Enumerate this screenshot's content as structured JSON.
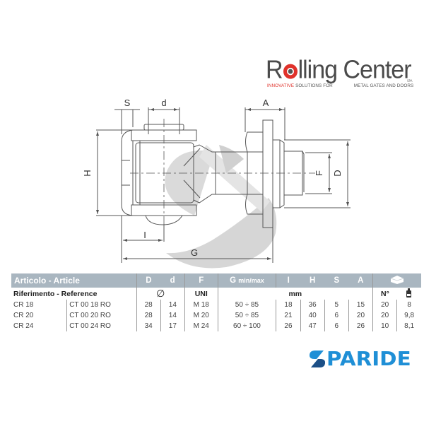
{
  "brand": {
    "name": "RollingCenter",
    "name_parts": [
      "R",
      "o",
      "lling Center"
    ],
    "spa": "SPA",
    "tagline_red": "INNOVATIVE",
    "tagline_rest": "SOLUTIONS FOR",
    "tagline_end": "METAL GATES AND DOORS",
    "accent_color": "#e0322b"
  },
  "drawing": {
    "labels": {
      "S": "S",
      "d": "d",
      "H": "H",
      "I": "I",
      "G": "G",
      "A": "A",
      "F": "F",
      "D": "D"
    }
  },
  "table": {
    "header": {
      "article": "Articolo - Article",
      "D": "D",
      "d": "d",
      "F": "F",
      "G": "G",
      "G_sub": "min/max",
      "I": "I",
      "H": "H",
      "S": "S",
      "A": "A",
      "box_icon": "box-icon"
    },
    "subheader": {
      "reference": "Riferimento - Reference",
      "diameter_symbol": "∅",
      "uni": "UNI",
      "mm": "mm",
      "qty": "N°",
      "weight_icon": "weight-icon"
    },
    "rows": [
      {
        "article": "CR 18",
        "reference": "CT 00 18 RO",
        "D": "28",
        "d": "14",
        "F": "M 18",
        "G": "50 ÷ 85",
        "I": "18",
        "H": "36",
        "S": "5",
        "A": "15",
        "N": "20",
        "W": "8"
      },
      {
        "article": "CR 20",
        "reference": "CT 00 20 RO",
        "D": "28",
        "d": "14",
        "F": "M 20",
        "G": "50 ÷ 85",
        "I": "21",
        "H": "40",
        "S": "6",
        "A": "20",
        "N": "20",
        "W": "9,8"
      },
      {
        "article": "CR 24",
        "reference": "CT 00 24 RO",
        "D": "34",
        "d": "17",
        "F": "M 24",
        "G": "60 ÷ 100",
        "I": "26",
        "H": "47",
        "S": "6",
        "A": "26",
        "N": "10",
        "W": "8,1"
      }
    ],
    "header_color": "#a9b6c0"
  },
  "seller": {
    "name": "PARIDE",
    "color": "#1f8fd6",
    "dark_color": "#1c4f86"
  }
}
